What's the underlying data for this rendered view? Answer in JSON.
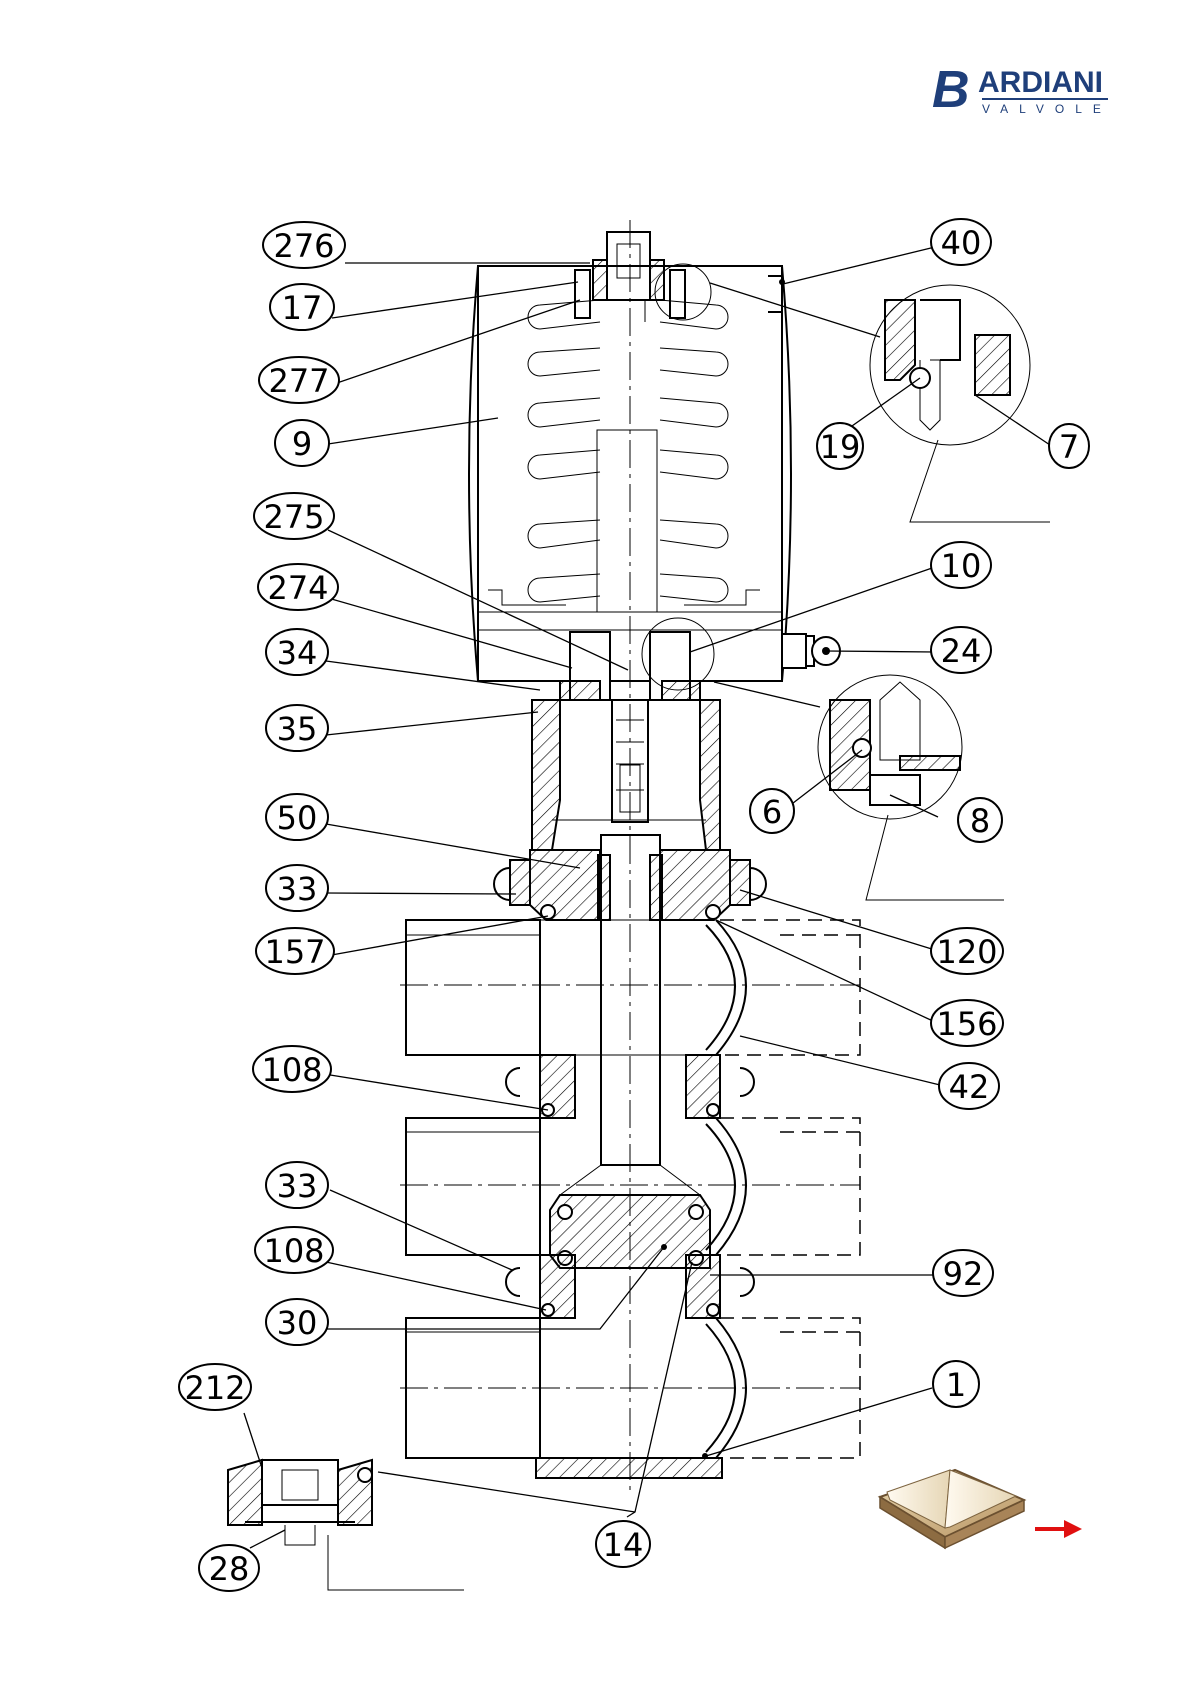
{
  "brand": {
    "initial": "B",
    "name": "ARDIANI",
    "subtitle": "VALVOLE",
    "color": "#1f3f7a"
  },
  "callouts": [
    {
      "id": "276",
      "label": "276"
    },
    {
      "id": "17",
      "label": "17"
    },
    {
      "id": "277",
      "label": "277"
    },
    {
      "id": "9",
      "label": "9"
    },
    {
      "id": "275",
      "label": "275"
    },
    {
      "id": "274",
      "label": "274"
    },
    {
      "id": "34",
      "label": "34"
    },
    {
      "id": "35",
      "label": "35"
    },
    {
      "id": "50",
      "label": "50"
    },
    {
      "id": "33a",
      "label": "33"
    },
    {
      "id": "157",
      "label": "157"
    },
    {
      "id": "108a",
      "label": "108"
    },
    {
      "id": "33b",
      "label": "33"
    },
    {
      "id": "108b",
      "label": "108"
    },
    {
      "id": "30",
      "label": "30"
    },
    {
      "id": "212",
      "label": "212"
    },
    {
      "id": "28",
      "label": "28"
    },
    {
      "id": "14",
      "label": "14"
    },
    {
      "id": "40",
      "label": "40"
    },
    {
      "id": "19",
      "label": "19"
    },
    {
      "id": "7",
      "label": "7"
    },
    {
      "id": "10",
      "label": "10"
    },
    {
      "id": "24",
      "label": "24"
    },
    {
      "id": "6",
      "label": "6"
    },
    {
      "id": "8",
      "label": "8"
    },
    {
      "id": "120",
      "label": "120"
    },
    {
      "id": "156",
      "label": "156"
    },
    {
      "id": "42",
      "label": "42"
    },
    {
      "id": "92",
      "label": "92"
    },
    {
      "id": "1",
      "label": "1"
    }
  ],
  "icons": {
    "manual": "open-book-icon",
    "next": "next-page-arrow-icon",
    "arrow_color": "#e01010"
  }
}
